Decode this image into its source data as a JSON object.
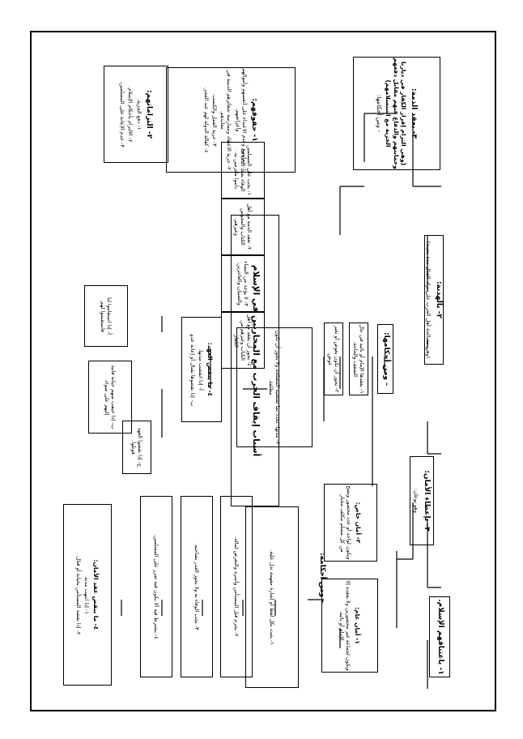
{
  "root": {
    "title": "أسباب إيقاف الحرب مع المحاربين في الإسلام"
  },
  "branches": {
    "dhimma": {
      "label": "٣- بعقد الذمة:",
      "def": "(وهي التزام إقرار الكفار في ديارنا وحمايتهم والدفاع عنهم مقابل دفعهم الجزية مع استسلامهم)",
      "ruling": "- ومن أحكامها:",
      "obligations": {
        "head": "١- حقوقهم:",
        "items": [
          "١- حمايتهم وعدم الاعتداء على أنفسهم وأموالهم وأعراضهم.",
          "٢- حرية الاعتقاد وممارسة شعائرهم الدينية في معابدهم.",
          "٣- حرية العمل والكسب.",
          "٤- كفالة الدولة لهم عند العجز."
        ]
      },
      "duties": {
        "head": "٢- التزاماتهم:",
        "items": [
          "١- دفع الجزية.",
          "٢- الالتزام بأحكام الإسلام.",
          "٣- عدم الإعانة على المسلمين."
        ]
      },
      "cards": [
        "١- يجب على المسلمين الوفاء بعقد الذمة ما داموا ملتزمين به.",
        "٢- تعقد الذمة مع أهل الكتاب والمجوس وغيرهم.",
        "٣- لا يؤخذ من النساء والصبيان والعاجزين.",
        "٤- يجوز أن يعقد مع أهل الكتاب وغيرهم من الكفار."
      ]
    },
    "hudna": {
      "label": "٢- بالهدنة:",
      "def": "(وهي مصالحة أهل الحرب على ترك القتال مدة معينة)",
      "ruling": "- ومن أحكامها:",
      "items": [
        "١- يعقدها الإمام أو نائبه في حال الضعف والحاجة.",
        "٢- يجوز أن تكون بعوض أو بغير عوض.",
        "٣- مدتها: تحدد بما تقتضيه المصلحة ولا يجوز أن تكون مطلقة."
      ],
      "breach": {
        "head": "٤- ما ينقض العهد:",
        "items": [
          "أ- إذا انقضت مدتها.",
          "ب- إذا نقضوها بقتال أو إعانة عدو."
        ]
      },
      "cases": [
        "أ- إذا استقاموا لنا فاستقيموا لهم.",
        "ب- إذا خيفت منهم خيانة فانبذ إليهم على سواء.",
        "ج- إذا نقضوا العهد قوتلوا."
      ]
    },
    "aman": {
      "label": "٣- بإعطاء الأمان:",
      "sub": "وهو نوعان:",
      "types": [
        {
          "head": "١- أمان عام:",
          "body": "ويكون لجماعة غير محصورين ولا يعقده إلا الإمام أو نائبه."
        },
        {
          "head": "٢- أمان خاص:",
          "body": "ويكون لواحد أو عدد محصور ويصح من كل مسلم مكلف مختار."
        }
      ],
      "ruling": "- ومن أحكامه:",
      "items": [
        "١- يثبت بكل لفظ أو إشارة مفهمة تدل عليه.",
        "٢- يحرم قتل المستأمن وأسره والتعرض لماله.",
        "٣- يجب الوفاء به ولا يجوز الغدر بصاحبه.",
        "٤- يشترط فيه ألا يكون فيه ضرر على المسلمين."
      ],
      "end": {
        "head": "٤- ما ينقض عقد الأمان:",
        "items": [
          "١- إذا انتهت مدته.",
          "٢- إذا نقضه المستأمن بخيانة أو قتال."
        ]
      }
    },
    "islam": {
      "label": "١- باعتناقهم الإسلام."
    }
  }
}
